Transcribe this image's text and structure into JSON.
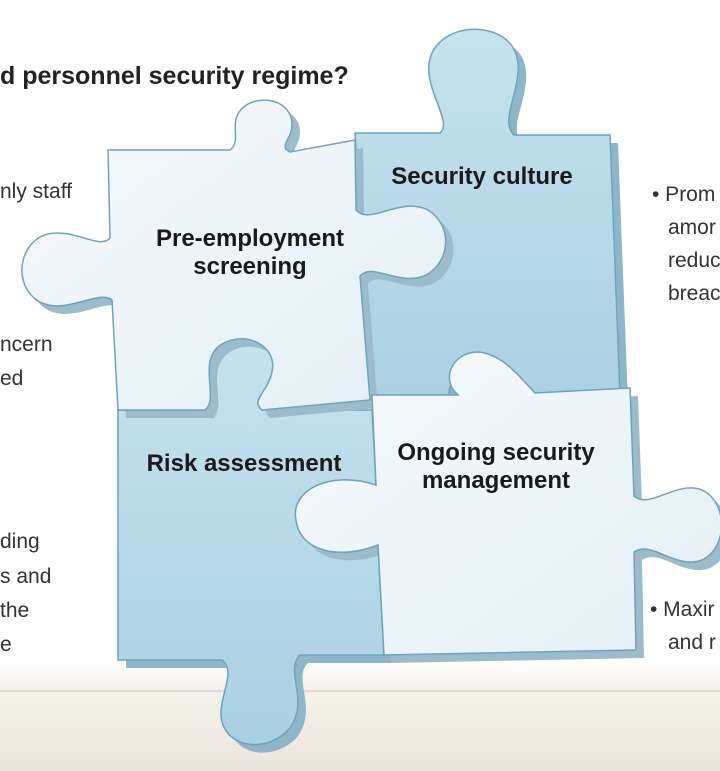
{
  "heading": "d personnel security regime?",
  "left_texts": {
    "line1": "nly staff",
    "line2": "ncern",
    "line3": "ed",
    "line4": "ding",
    "line5": "s and",
    "line6": "the",
    "line7": "e"
  },
  "right_texts": {
    "line1": "• Prom",
    "line2": "amor",
    "line3": "reduc",
    "line4": "breac",
    "line5": "• Maxir",
    "line6": "and r"
  },
  "pieces": {
    "pre_employment_line1": "Pre-employment",
    "pre_employment_line2": "screening",
    "security_culture": "Security culture",
    "risk_assessment": "Risk assessment",
    "ongoing_line1": "Ongoing security",
    "ongoing_line2": "management"
  },
  "colors": {
    "pale_piece": "#eef5f9",
    "blue_piece": "#bcdcea",
    "outline": "#6fa3bd",
    "shadow": "#8fb6c8"
  }
}
